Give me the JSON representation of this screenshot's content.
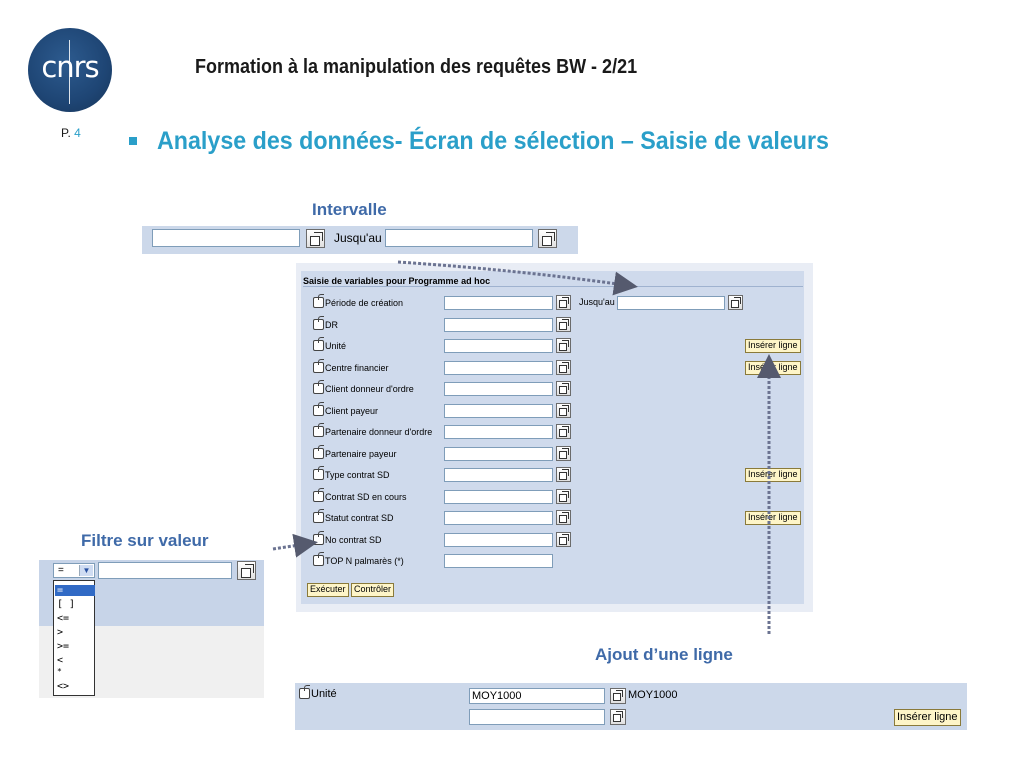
{
  "header": {
    "logo_text": "cnrs",
    "title": "Formation à la manipulation des requêtes BW - 2/21",
    "page_label": "P.",
    "page_number": "4",
    "subtitle": "Analyse des données- Écran de sélection – Saisie de valeurs"
  },
  "callouts": {
    "interval": "Intervalle",
    "filter": "Filtre sur valeur",
    "add_line": "Ajout d’une ligne"
  },
  "interval_strip": {
    "to_label": "Jusqu'au"
  },
  "panel": {
    "title": "Saisie de variables pour Programme ad hoc",
    "to_label": "Jusqu'au",
    "rows": [
      {
        "label": "Période de création"
      },
      {
        "label": "DR"
      },
      {
        "label": "Unité",
        "button": "Insérer ligne"
      },
      {
        "label": "Centre financier",
        "button": "Insérer ligne"
      },
      {
        "label": "Client donneur d'ordre"
      },
      {
        "label": "Client payeur"
      },
      {
        "label": "Partenaire donneur d'ordre"
      },
      {
        "label": "Partenaire payeur"
      },
      {
        "label": "Type contrat SD",
        "button": "Insérer ligne"
      },
      {
        "label": "Contrat SD en cours"
      },
      {
        "label": "Statut contrat SD",
        "button": "Insérer ligne"
      },
      {
        "label": "No contrat SD"
      },
      {
        "label": "TOP N palmarès (*)"
      }
    ],
    "execute_label": "Exécuter",
    "check_label": "Contrôler"
  },
  "filter": {
    "selected": "=",
    "options": [
      "=",
      "[ ]",
      "<=",
      ">",
      ">=",
      "<",
      "*",
      "<>"
    ]
  },
  "bottom_example": {
    "label": "Unité",
    "value": "MOY1000",
    "value_text": "MOY1000",
    "button": "Insérer ligne"
  },
  "colors": {
    "accent": "#2a9fc9",
    "callout": "#3f6aa8",
    "sap_blue": "#cfdaec"
  }
}
